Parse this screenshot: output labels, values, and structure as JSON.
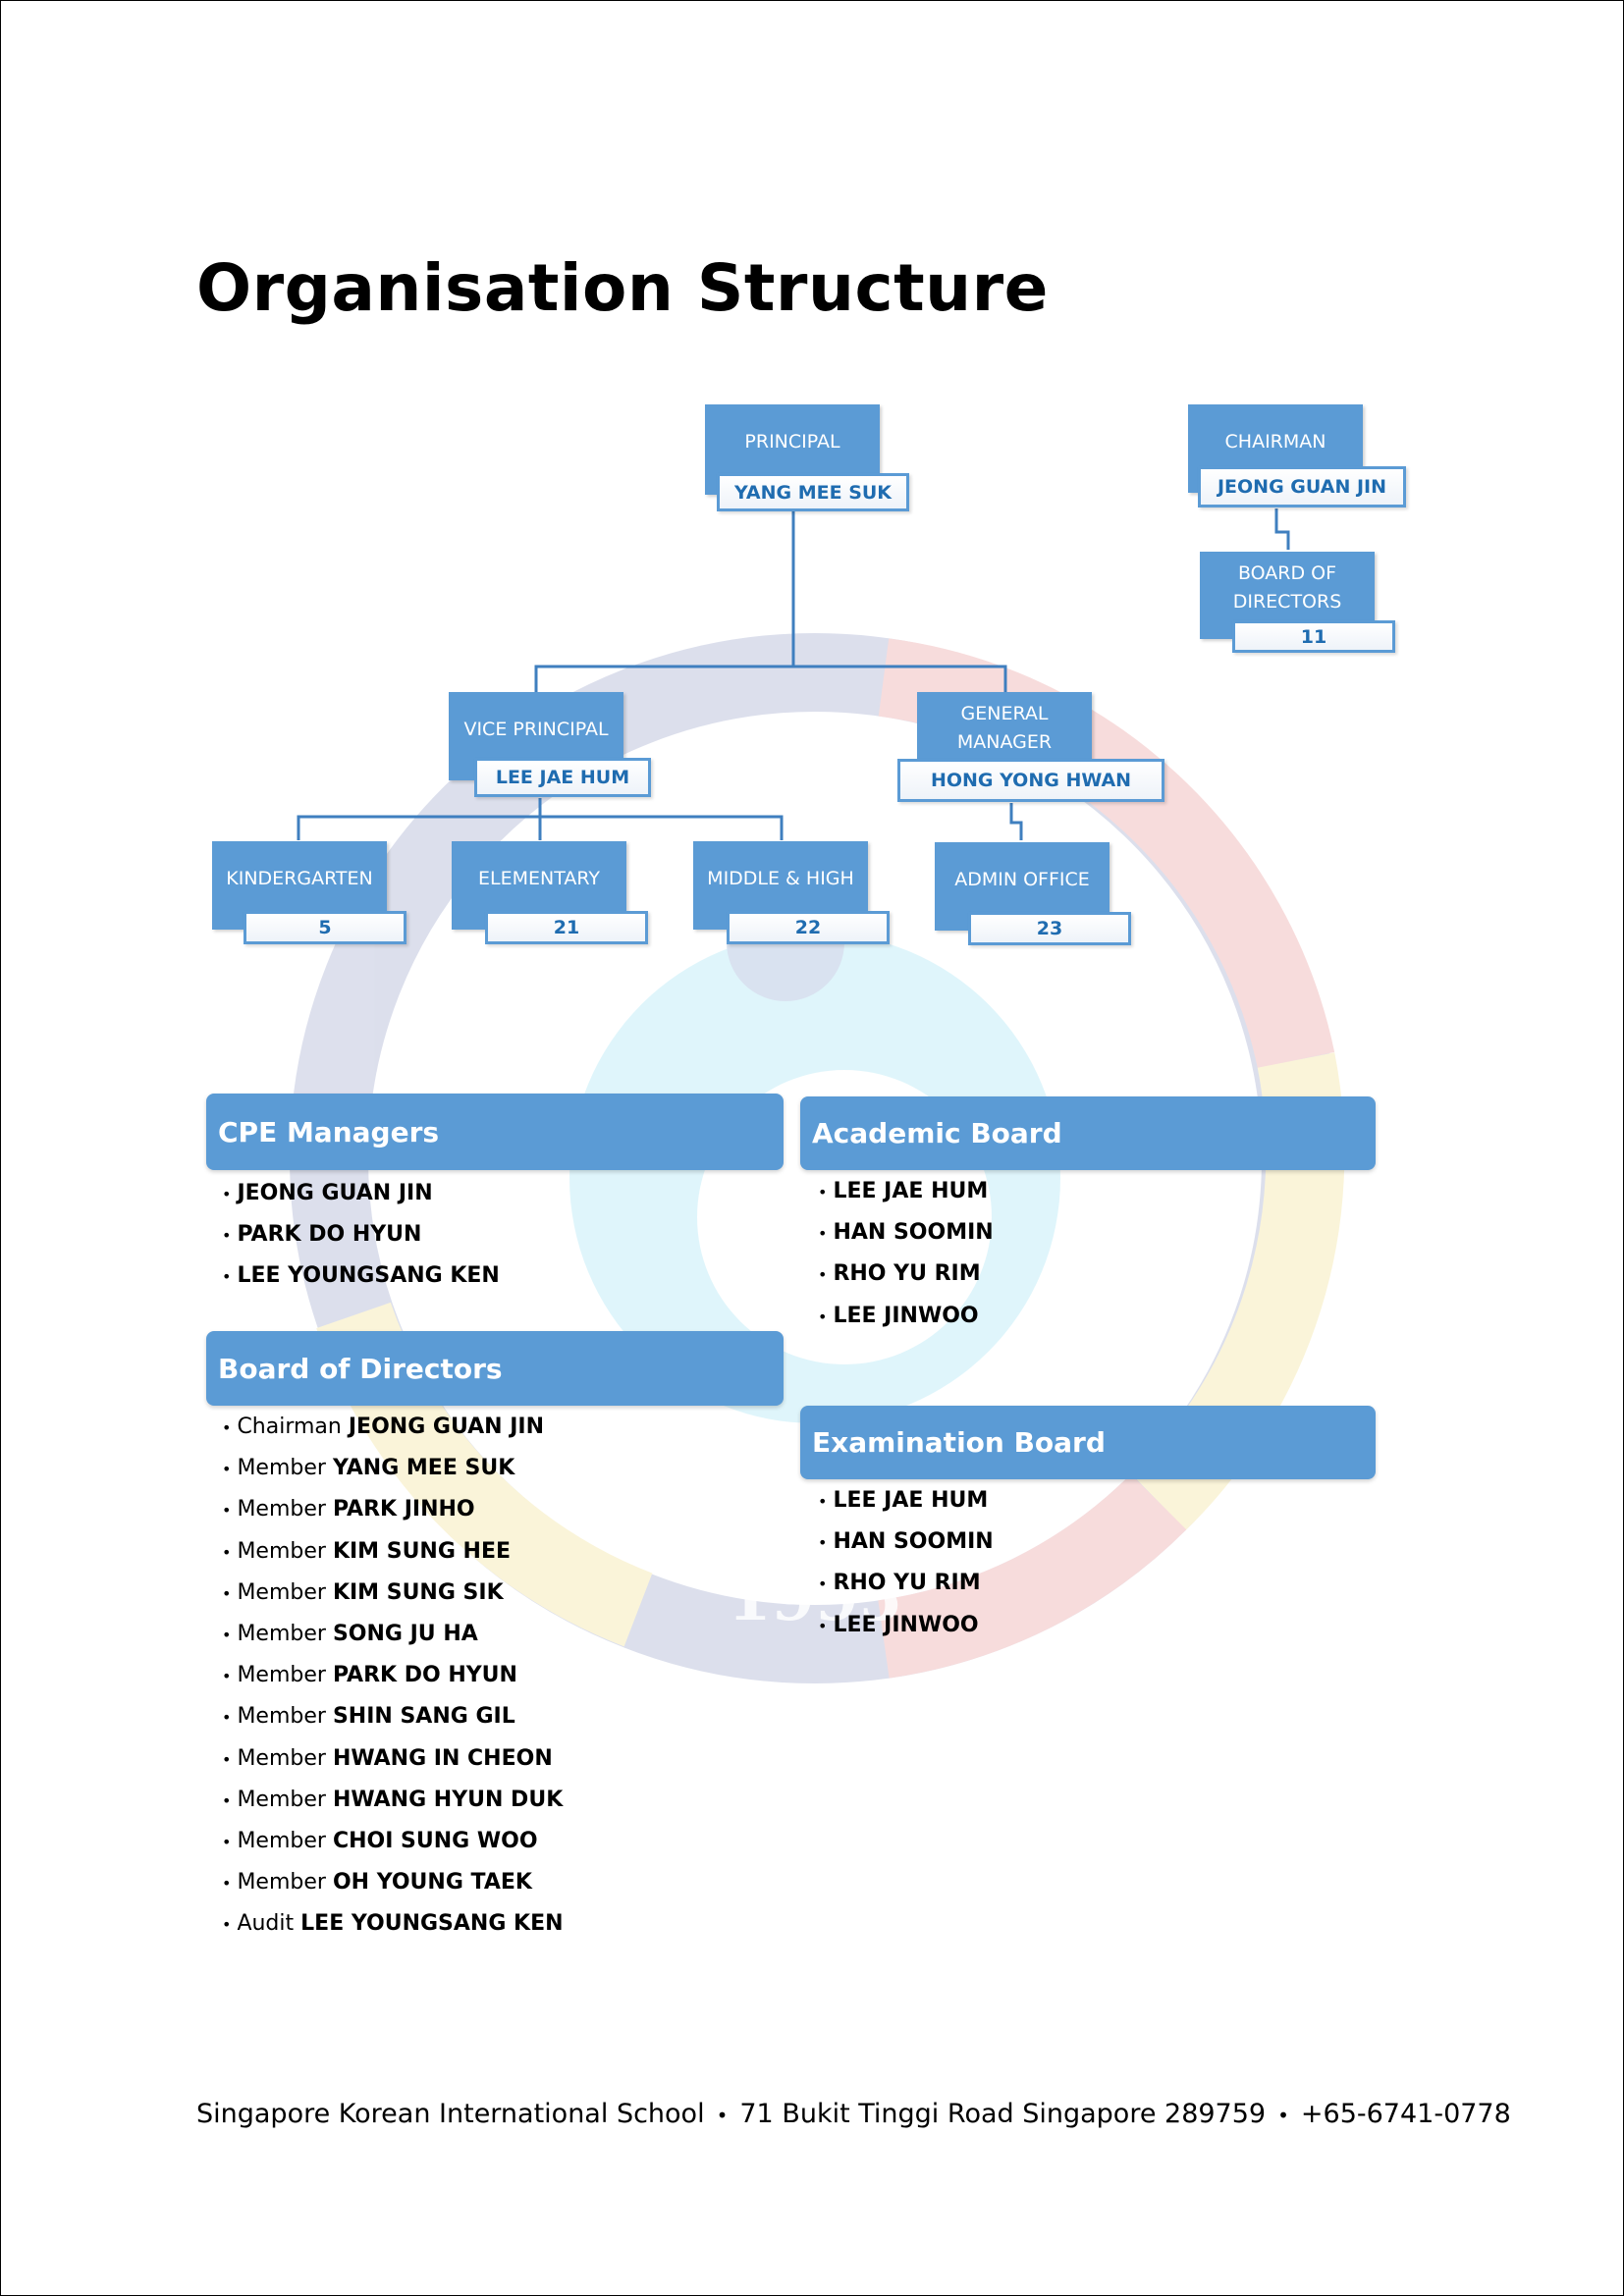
{
  "page_title": "Organisation Structure",
  "watermark": {
    "year": "1995"
  },
  "org": {
    "principal": {
      "role": "PRINCIPAL",
      "name": "YANG MEE SUK"
    },
    "chairman": {
      "role": "CHAIRMAN",
      "name": "JEONG GUAN JIN"
    },
    "board": {
      "role_line1": "BOARD OF",
      "role_line2": "DIRECTORS",
      "count": "11"
    },
    "vice_principal": {
      "role": "VICE PRINCIPAL",
      "name": "LEE JAE HUM"
    },
    "general_manager": {
      "role_line1": "GENERAL",
      "role_line2": "MANAGER",
      "name": "HONG YONG HWAN"
    },
    "kindergarten": {
      "role": "KINDERGARTEN",
      "count": "5"
    },
    "elementary": {
      "role": "ELEMENTARY",
      "count": "21"
    },
    "middle_high": {
      "role": "MIDDLE & HIGH",
      "count": "22"
    },
    "admin_office": {
      "role": "ADMIN OFFICE",
      "count": "23"
    }
  },
  "cpe_managers": {
    "heading": "CPE Managers",
    "items": [
      {
        "prefix": "",
        "name": "JEONG GUAN JIN"
      },
      {
        "prefix": "",
        "name": "PARK DO HYUN"
      },
      {
        "prefix": "",
        "name": "LEE YOUNGSANG KEN"
      }
    ]
  },
  "academic_board": {
    "heading": "Academic Board",
    "items": [
      {
        "prefix": "",
        "name": "LEE JAE HUM"
      },
      {
        "prefix": "",
        "name": "HAN SOOMIN"
      },
      {
        "prefix": "",
        "name": "RHO YU RIM"
      },
      {
        "prefix": "",
        "name": "LEE JINWOO"
      }
    ]
  },
  "board_of_directors": {
    "heading": "Board of Directors",
    "items": [
      {
        "prefix": "Chairman",
        "name": "JEONG GUAN JIN"
      },
      {
        "prefix": "Member",
        "name": "YANG MEE SUK"
      },
      {
        "prefix": "Member",
        "name": "PARK JINHO"
      },
      {
        "prefix": "Member",
        "name": "KIM SUNG HEE"
      },
      {
        "prefix": "Member",
        "name": "KIM SUNG SIK"
      },
      {
        "prefix": "Member",
        "name": "SONG JU HA"
      },
      {
        "prefix": "Member",
        "name": "PARK DO HYUN"
      },
      {
        "prefix": "Member",
        "name": "SHIN SANG GIL"
      },
      {
        "prefix": "Member",
        "name": "HWANG IN CHEON"
      },
      {
        "prefix": "Member",
        "name": "HWANG HYUN DUK"
      },
      {
        "prefix": "Member",
        "name": "CHOI SUNG WOO"
      },
      {
        "prefix": "Member",
        "name": "OH YOUNG TAEK"
      },
      {
        "prefix": "Audit",
        "name": "LEE YOUNGSANG KEN"
      }
    ]
  },
  "examination_board": {
    "heading": "Examination Board",
    "items": [
      {
        "prefix": "",
        "name": "LEE JAE HUM"
      },
      {
        "prefix": "",
        "name": "HAN SOOMIN"
      },
      {
        "prefix": "",
        "name": "RHO YU RIM"
      },
      {
        "prefix": "",
        "name": "LEE JINWOO"
      }
    ]
  },
  "footer": {
    "school": "Singapore Korean International School",
    "address": "71 Bukit Tinggi Road Singapore 289759",
    "phone": "+65-6741-0778",
    "separator": "•"
  },
  "colors": {
    "box_fill": "#5b9bd5",
    "name_text": "#1f6cb0",
    "connector": "#3f7fbf"
  }
}
